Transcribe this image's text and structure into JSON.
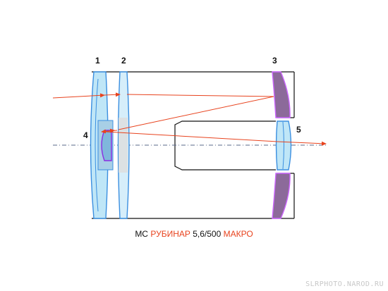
{
  "labels": {
    "l1": "1",
    "l2": "2",
    "l3": "3",
    "l4": "4",
    "l5": "5"
  },
  "caption": {
    "prefix": "МС",
    "brand": "РУБИНАР",
    "spec": "5,6/500",
    "suffix": "МАКРО"
  },
  "watermark": "SLRPHOTO.NAROD.RU",
  "colors": {
    "lens_fill": "#bfe6f7",
    "lens_stroke": "#3b8fe0",
    "mirror_fill": "#8c6a9a",
    "mirror_edge": "#cc66ff",
    "ray": "#e8431e",
    "axis": "#5a6a8a",
    "tube": "#111111",
    "caption_accent": "#e8431e"
  }
}
